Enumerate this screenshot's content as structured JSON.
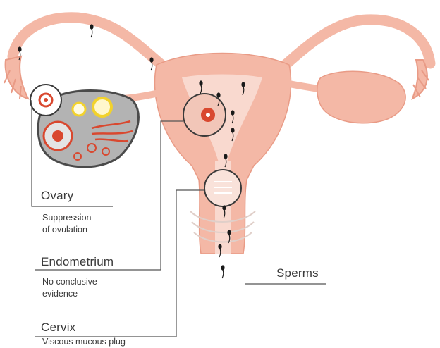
{
  "labels": {
    "ovary": {
      "title": "Ovary",
      "note": "Suppression\nof ovulation"
    },
    "endometrium": {
      "title": "Endometrium",
      "note": "No conclusive\nevidence"
    },
    "cervix": {
      "title": "Cervix",
      "note": "Viscous mucous plug"
    },
    "sperms": {
      "title": "Sperms"
    }
  },
  "colors": {
    "tissue": "#f4b8a6",
    "tissue_dark": "#e99b86",
    "ovary_fill": "#b3b3b3",
    "follicle_red": "#d9482f",
    "corpus_yellow": "#f2d22c",
    "leader_line": "#555555",
    "sperm": "#1a1a1a"
  },
  "icons": [
    "magnifier-circle-ovary",
    "magnifier-circle-endometrium",
    "magnifier-circle-cervix"
  ]
}
